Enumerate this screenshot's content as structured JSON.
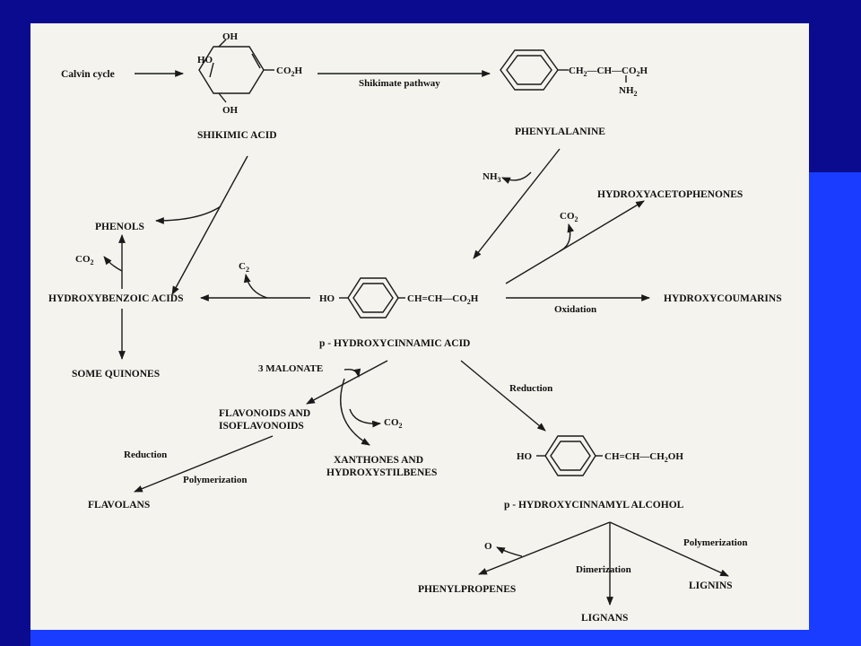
{
  "colors": {
    "slide_background": "#0b0b8f",
    "slide_accent": "#1a3cff",
    "panel_background": "#f4f3ee",
    "ink": "#111111"
  },
  "inputs": {
    "calvin_cycle": "Calvin cycle"
  },
  "compounds": {
    "shikimic_acid": "SHIKIMIC ACID",
    "phenylalanine": "PHENYLALANINE",
    "p_hydroxycinnamic_acid": "p - HYDROXYCINNAMIC ACID",
    "p_hydroxycinnamyl_alcohol": "p - HYDROXYCINNAMYL ALCOHOL"
  },
  "products": {
    "phenols": "PHENOLS",
    "hydroxybenzoic_acids": "HYDROXYBENZOIC ACIDS",
    "some_quinones": "SOME QUINONES",
    "hydroxyacetophenones": "HYDROXYACETOPHENONES",
    "hydroxycoumarins": "HYDROXYCOUMARINS",
    "flavonoids_line1": "FLAVONOIDS AND",
    "flavonoids_line2": "ISOFLAVONOIDS",
    "xanthones_line1": "XANTHONES AND",
    "xanthones_line2": "HYDROXYSTILBENES",
    "flavolans": "FLAVOLANS",
    "phenylpropenes": "PHENYLPROPENES",
    "lignans": "LIGNANS",
    "lignins": "LIGNINS"
  },
  "processes": {
    "shikimate_pathway": "Shikimate pathway",
    "oxidation": "Oxidation",
    "reduction_right": "Reduction",
    "reduction_left": "Reduction",
    "polymerization_left": "Polymerization",
    "polymerization_right": "Polymerization",
    "dimerization": "Dimerization"
  },
  "byproducts": {
    "nh3": "NH",
    "nh3_sub": "3",
    "co2_phenols": "CO",
    "co2_phenols_sub": "2",
    "co2_acetophenones": "CO",
    "co2_acetophenones_sub": "2",
    "co2_xanthones": "CO",
    "co2_xanthones_sub": "2",
    "c2": "C",
    "c2_sub": "2",
    "malonate": "3 MALONATE",
    "oxygen": "O"
  },
  "formula_text": {
    "oh_top": "OH",
    "ho_shikimic": "HO",
    "oh_bottom": "OH",
    "co2h_shikimic": "CO",
    "co2h_shikimic_sub": "2",
    "co2h_shikimic_h": "H",
    "phe_sidechain": "CH",
    "phe_sidechain_sub": "2",
    "phe_sidechain_rest": "—CH—CO",
    "phe_sidechain_sub2": "2",
    "phe_sidechain_h": "H",
    "phe_amine": "NH",
    "phe_amine_sub": "2",
    "ho_cinnamic": "HO",
    "cinnamic_chain": "CH=CH—CO",
    "cinnamic_chain_sub": "2",
    "cinnamic_chain_h": "H",
    "ho_alcohol": "HO",
    "alcohol_chain": "CH=CH—CH",
    "alcohol_chain_sub": "2",
    "alcohol_chain_oh": "OH"
  }
}
